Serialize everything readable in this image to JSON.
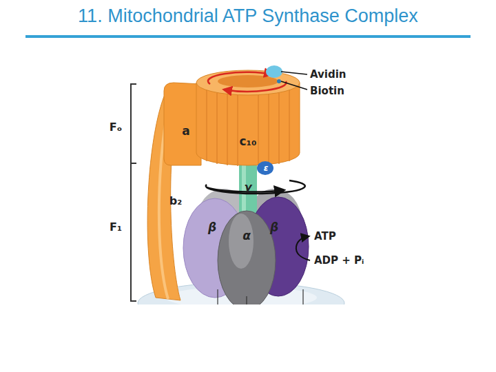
{
  "diagram": {
    "title": "11. Mitochondrial ATP Synthase Complex",
    "labels": [
      "Avidin",
      "Biotin",
      "Fₒ",
      "a",
      "c₁₀",
      "ε",
      "γ",
      "b₂",
      "F₁",
      "β",
      "α",
      "β",
      "ATP",
      "ADP + Pᵢ"
    ]
  }
}
